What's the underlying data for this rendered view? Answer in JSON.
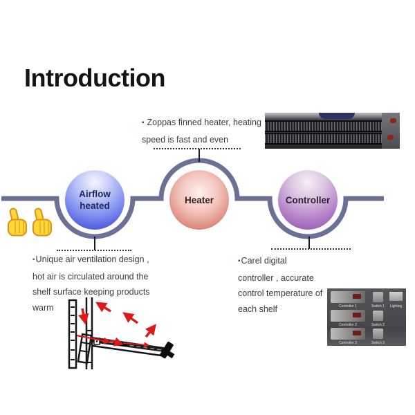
{
  "slide": {
    "title": "Introduction"
  },
  "colors": {
    "ribbon": "#6b7094",
    "bullet_purple": "#7030a0",
    "bullet_blue": "#4472c4",
    "node_airflow_blue": "#2e3cd2",
    "node_heater_red": "#b5483a",
    "node_controller_purple": "#8a4da6",
    "arrow_red": "#dd1a1a"
  },
  "diagram": {
    "nodes": [
      {
        "name": "airflow-heated",
        "lines": [
          "Airflow",
          "heated"
        ]
      },
      {
        "name": "heater",
        "lines": [
          "Heater"
        ]
      },
      {
        "name": "controller",
        "lines": [
          "Controller"
        ]
      }
    ]
  },
  "notes": {
    "heater_note": {
      "bullet": "▪",
      "lines": [
        "Zoppas finned heater, heating",
        "speed is fast and even"
      ]
    },
    "airflow_note": {
      "bullet": "▪",
      "lines": [
        "Unique air ventilation design ,",
        "hot air is circulated around the",
        "shelf surface keeping products",
        "warm"
      ]
    },
    "controller_note": {
      "bullet": "▪",
      "lines": [
        "Carel digital",
        "controller , accurate",
        "control temperature of",
        "each shelf"
      ]
    }
  },
  "control_panel": {
    "controller_labels": [
      "Controller 1",
      "Controller 2",
      "Controller 3"
    ],
    "switch_labels": [
      "Switch 1",
      "Switch 2",
      "Switch 3"
    ],
    "lighting_label": "Lighting"
  },
  "icons": {
    "thumbs_up": "thumbs-up"
  }
}
